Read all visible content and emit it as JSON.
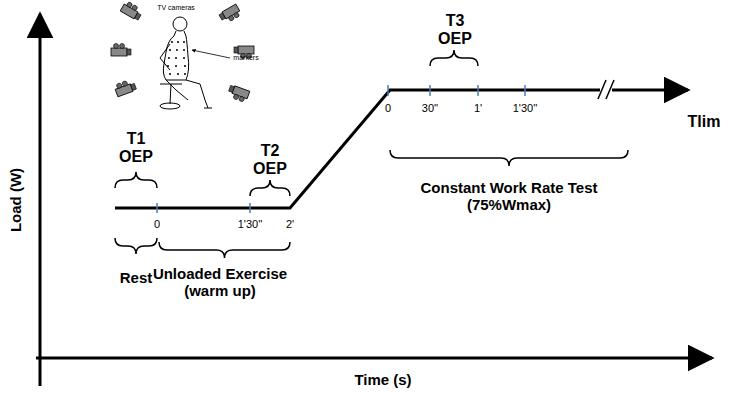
{
  "diagram": {
    "labels": [
      "TV cameras",
      "markers",
      "T1 OEP",
      "T2 OEP",
      "T3 OEP",
      "0",
      "1'30''",
      "2'",
      "0",
      "30''",
      "1'",
      "1'30''",
      "Tlim",
      "Rest",
      "Unloaded Exercise (warm up)",
      "Constant Work Rate Test (75%Wmax)",
      "Load (W)",
      "Time (s)"
    ]
  }
}
